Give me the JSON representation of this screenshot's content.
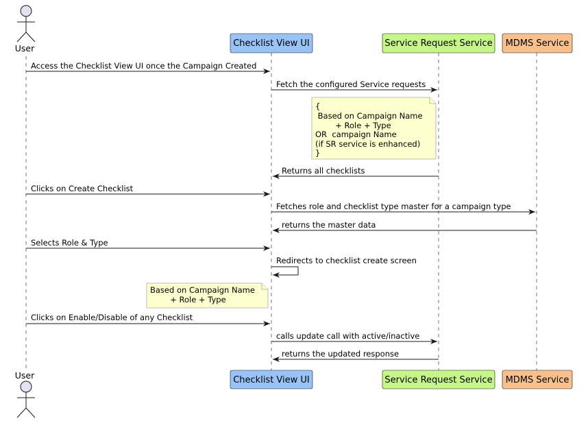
{
  "participants": [
    {
      "id": "user",
      "label": "User",
      "kind": "actor"
    },
    {
      "id": "ui",
      "label": "Checklist View UI",
      "kind": "box",
      "color": "#99c2f7"
    },
    {
      "id": "srs",
      "label": "Service Request Service",
      "kind": "box",
      "color": "#c6f58a"
    },
    {
      "id": "mdms",
      "label": "MDMS Service",
      "kind": "box",
      "color": "#f7c08c"
    }
  ],
  "messages": [
    {
      "from": "user",
      "to": "ui",
      "label": "Access the Checklist View UI once the Campaign Created"
    },
    {
      "from": "ui",
      "to": "srs",
      "label": "Fetch the configured Service requests"
    },
    {
      "from": "srs",
      "to": "ui",
      "label": "Returns all checklists"
    },
    {
      "from": "user",
      "to": "ui",
      "label": "Clicks on Create Checklist"
    },
    {
      "from": "ui",
      "to": "mdms",
      "label": "Fetches role and checklist type master for a campaign type"
    },
    {
      "from": "mdms",
      "to": "ui",
      "label": "returns the master data"
    },
    {
      "from": "user",
      "to": "ui",
      "label": "Selects Role & Type"
    },
    {
      "from": "ui",
      "to": "ui",
      "label": "Redirects to checklist create screen"
    },
    {
      "from": "user",
      "to": "ui",
      "label": "Clicks on Enable/Disable of any Checklist"
    },
    {
      "from": "ui",
      "to": "srs",
      "label": "calls update call with active/inactive"
    },
    {
      "from": "srs",
      "to": "ui",
      "label": "returns the updated response"
    }
  ],
  "notes": [
    {
      "lines": [
        "{",
        " Based on Campaign Name",
        "        + Role + Type",
        "OR  campaign Name",
        "(if SR service is enhanced)",
        "}"
      ],
      "color": "#fefece"
    },
    {
      "lines": [
        "Based on Campaign Name",
        "        + Role + Type"
      ],
      "color": "#fefece"
    }
  ],
  "colors": {
    "line": "#181818",
    "lifeline": "#181818",
    "box_border": "#181818",
    "note_border": "#a8a8a8",
    "actor_fill": "#e2e2f0"
  }
}
